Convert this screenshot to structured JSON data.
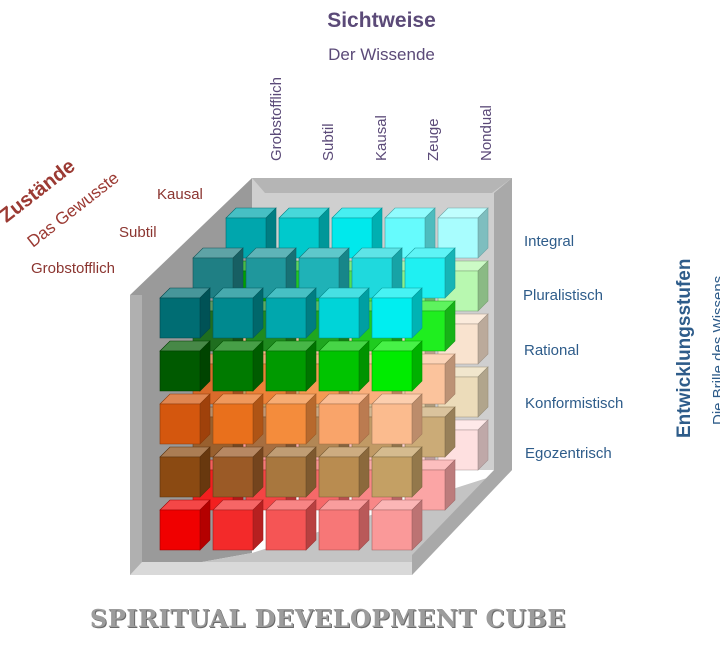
{
  "header": {
    "title": "Sichtweise",
    "subtitle": "Der Wissende"
  },
  "columns": [
    "Grobstofflich",
    "Subtil",
    "Kausal",
    "Zeuge",
    "Nondual"
  ],
  "left": {
    "title": "Zustände",
    "subtitle": "Das Gewusste",
    "states": [
      "Kausal",
      "Subtil",
      "Grobstofflich"
    ]
  },
  "right": {
    "title": "Entwicklungsstufen",
    "subtitle": "Die Brille des Wissens",
    "rows": [
      "Integral",
      "Pluralistisch",
      "Rational",
      "Konformistisch",
      "Egozentrisch"
    ]
  },
  "footer": "SPIRITUAL DEVELOPMENT CUBE",
  "colors": {
    "teal": [
      "#006d73",
      "#00898f",
      "#00a7ad",
      "#00d4d8",
      "#00eef0"
    ],
    "cyan_back": [
      "#00a6ad",
      "#00c9cc",
      "#00e9ec",
      "#66fbfd",
      "#a8fdfe"
    ],
    "green": [
      "#005a00",
      "#007a00",
      "#009a00",
      "#00c400",
      "#00ec00"
    ],
    "green_back": [
      "#00a000",
      "#20c820",
      "#50e050",
      "#8af08a",
      "#b8f8b0"
    ],
    "orange": [
      "#d4570e",
      "#e9701c",
      "#f48c3c",
      "#f9a46a",
      "#fbbb8e"
    ],
    "orange_back": [
      "#fbb88a",
      "#f6c39e",
      "#f4cfae",
      "#f7d8bd",
      "#f9e3cf"
    ],
    "brown": [
      "#8b4a12",
      "#9b5a26",
      "#a8773e",
      "#b98c50",
      "#c4a064"
    ],
    "brown_back": [
      "#c4a064",
      "#d0b07a",
      "#dcc095",
      "#e6d0a8",
      "#ecdcba"
    ],
    "red": [
      "#f00000",
      "#f32a2a",
      "#f55555",
      "#f77777",
      "#fa9999"
    ],
    "red_back": [
      "#fb9a9a",
      "#fcb0b0",
      "#fcc2c2",
      "#fdd2d2",
      "#fee0e0"
    ],
    "frame_dark": "#9a9a9a",
    "frame_light": "#c4c4c4",
    "frame_inner": "#bdbdbd"
  }
}
